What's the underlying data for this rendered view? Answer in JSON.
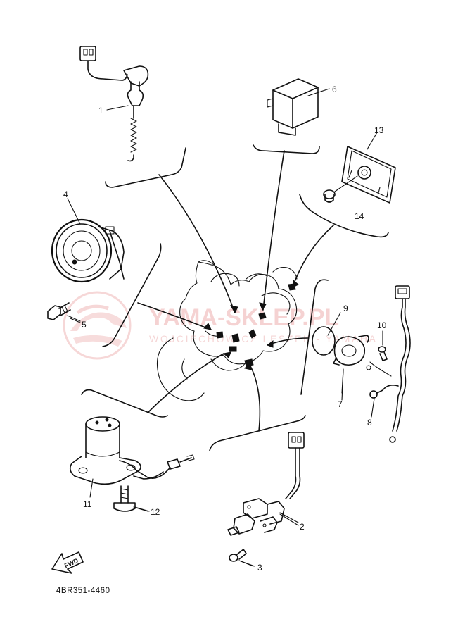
{
  "diagram": {
    "part_code": "4BR351-4460",
    "fwd_label": "FWD",
    "callouts": [
      "1",
      "2",
      "3",
      "4",
      "5",
      "6",
      "7",
      "8",
      "9",
      "10",
      "11",
      "12",
      "13",
      "14"
    ]
  },
  "watermark": {
    "main": "YAMA-SKLEP.PL",
    "sub": "WOJCIECHOWICZ LESZEK - YAMAHA"
  }
}
